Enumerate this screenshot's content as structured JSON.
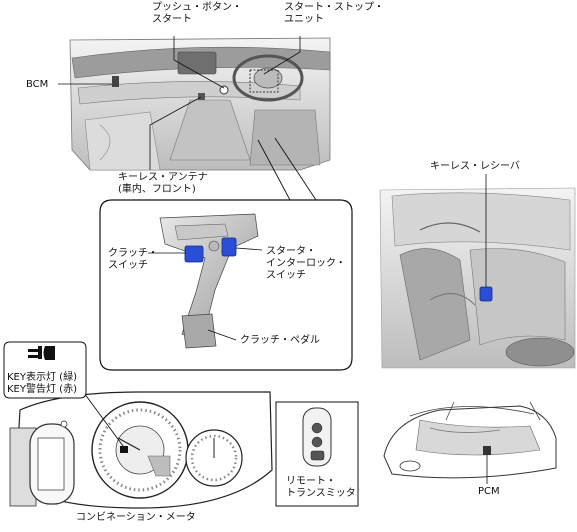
{
  "labels": {
    "push_button_start": [
      "プッシュ・ボタン・",
      "スタート"
    ],
    "start_stop_unit": [
      "スタート・ストップ・",
      "ユニット"
    ],
    "bcm": "BCM",
    "keyless_antenna": [
      "キーレス・アンテナ",
      "(車内、フロント)"
    ],
    "keyless_receiver": "キーレス・レシーバ",
    "clutch_switch": [
      "クラッチ・",
      "スイッチ"
    ],
    "starter_interlock_switch": [
      "スタータ・",
      "インターロック・",
      "スイッチ"
    ],
    "clutch_pedal": "クラッチ・ペダル",
    "key_indicator_green": "KEY表示灯 (緑)",
    "key_warning_red": "KEY警告灯 (赤)",
    "combination_meter": "コンビネーション・メータ",
    "remote_transmitter": [
      "リモート・",
      "トランスミッタ"
    ],
    "pcm": "PCM"
  },
  "colors": {
    "component_blue": "#2a4fd6",
    "line_dark": "#111111",
    "shade": "#d9d9d9"
  },
  "icons": [
    "key-indicator-icon",
    "lock-icon",
    "unlock-icon",
    "trunk-icon"
  ]
}
